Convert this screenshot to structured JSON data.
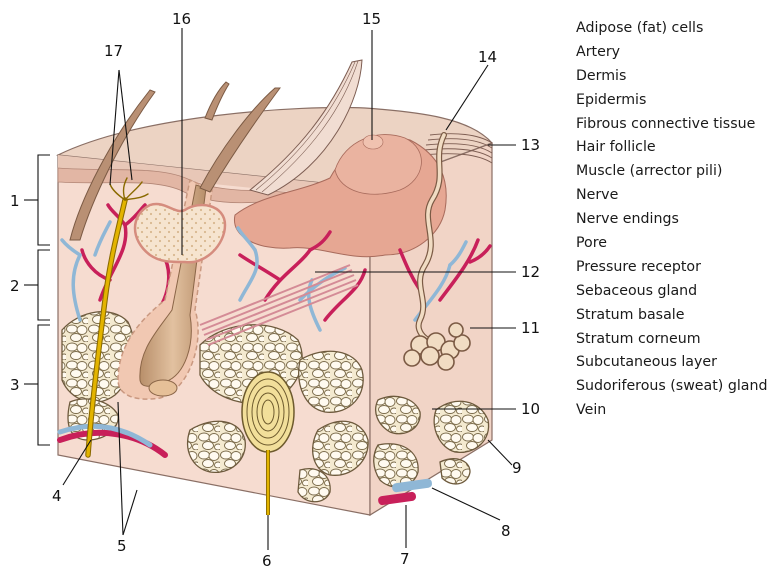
{
  "callouts": [
    "1",
    "2",
    "3",
    "4",
    "5",
    "6",
    "7",
    "8",
    "9",
    "10",
    "11",
    "12",
    "13",
    "14",
    "15",
    "16",
    "17"
  ],
  "legend": [
    "Adipose (fat) cells",
    "Artery",
    "Dermis",
    "Epidermis",
    "Fibrous connective tissue",
    "Hair follicle",
    "Muscle (arrector pili)",
    "Nerve",
    "Nerve endings",
    "Pore",
    "Pressure receptor",
    "Sebaceous gland",
    "Stratum basale",
    "Stratum corneum",
    "Subcutaneous layer",
    "Sudoriferous (sweat) gland",
    "Vein"
  ],
  "colors": {
    "epidermis_surface": "#ecd3c3",
    "dermis": "#f6ddd2",
    "artery": "#c8205a",
    "vein": "#8fb7d6",
    "nerve": "#e3b400",
    "adipose": "#f3e7b5",
    "hair": "#c9a27e",
    "gland": "#eaa791"
  }
}
